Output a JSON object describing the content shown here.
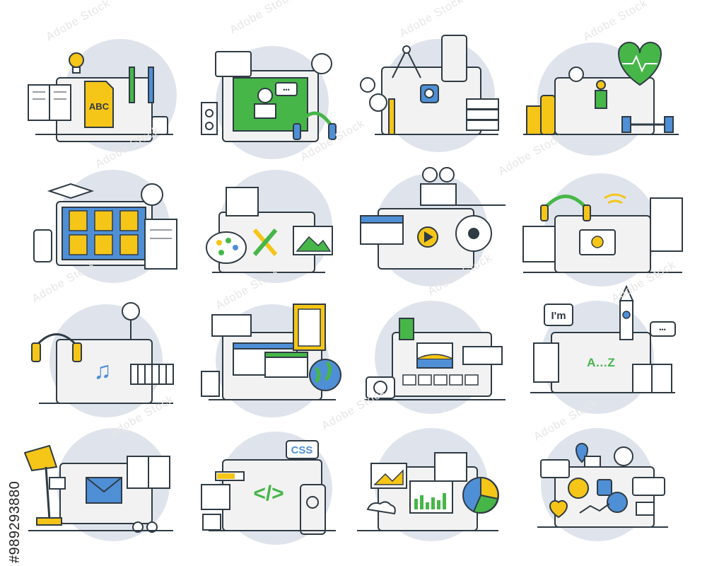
{
  "stock_id": "#989293880",
  "watermark_text": "Adobe Stock",
  "palette": {
    "outline": "#2f3b44",
    "blob": "#dfe4ec",
    "screen": "#f2f2f2",
    "green": "#47b649",
    "yellow": "#f5c518",
    "blue": "#4f8fd6",
    "white": "#ffffff"
  },
  "labels": {
    "abc": "ABC",
    "speech_dots": "•••",
    "im": "I'm",
    "a_z": "A…Z",
    "css": "CSS",
    "code": "</>"
  },
  "icons": [
    "study-laptop-icon",
    "video-lesson-icon",
    "design-tools-icon",
    "fitness-icon",
    "online-class-icon",
    "graphic-design-icon",
    "video-production-icon",
    "audio-course-icon",
    "music-course-icon",
    "web-windows-icon",
    "photo-editing-icon",
    "language-course-icon",
    "email-reading-icon",
    "coding-css-icon",
    "data-analytics-icon",
    "social-network-icon"
  ]
}
